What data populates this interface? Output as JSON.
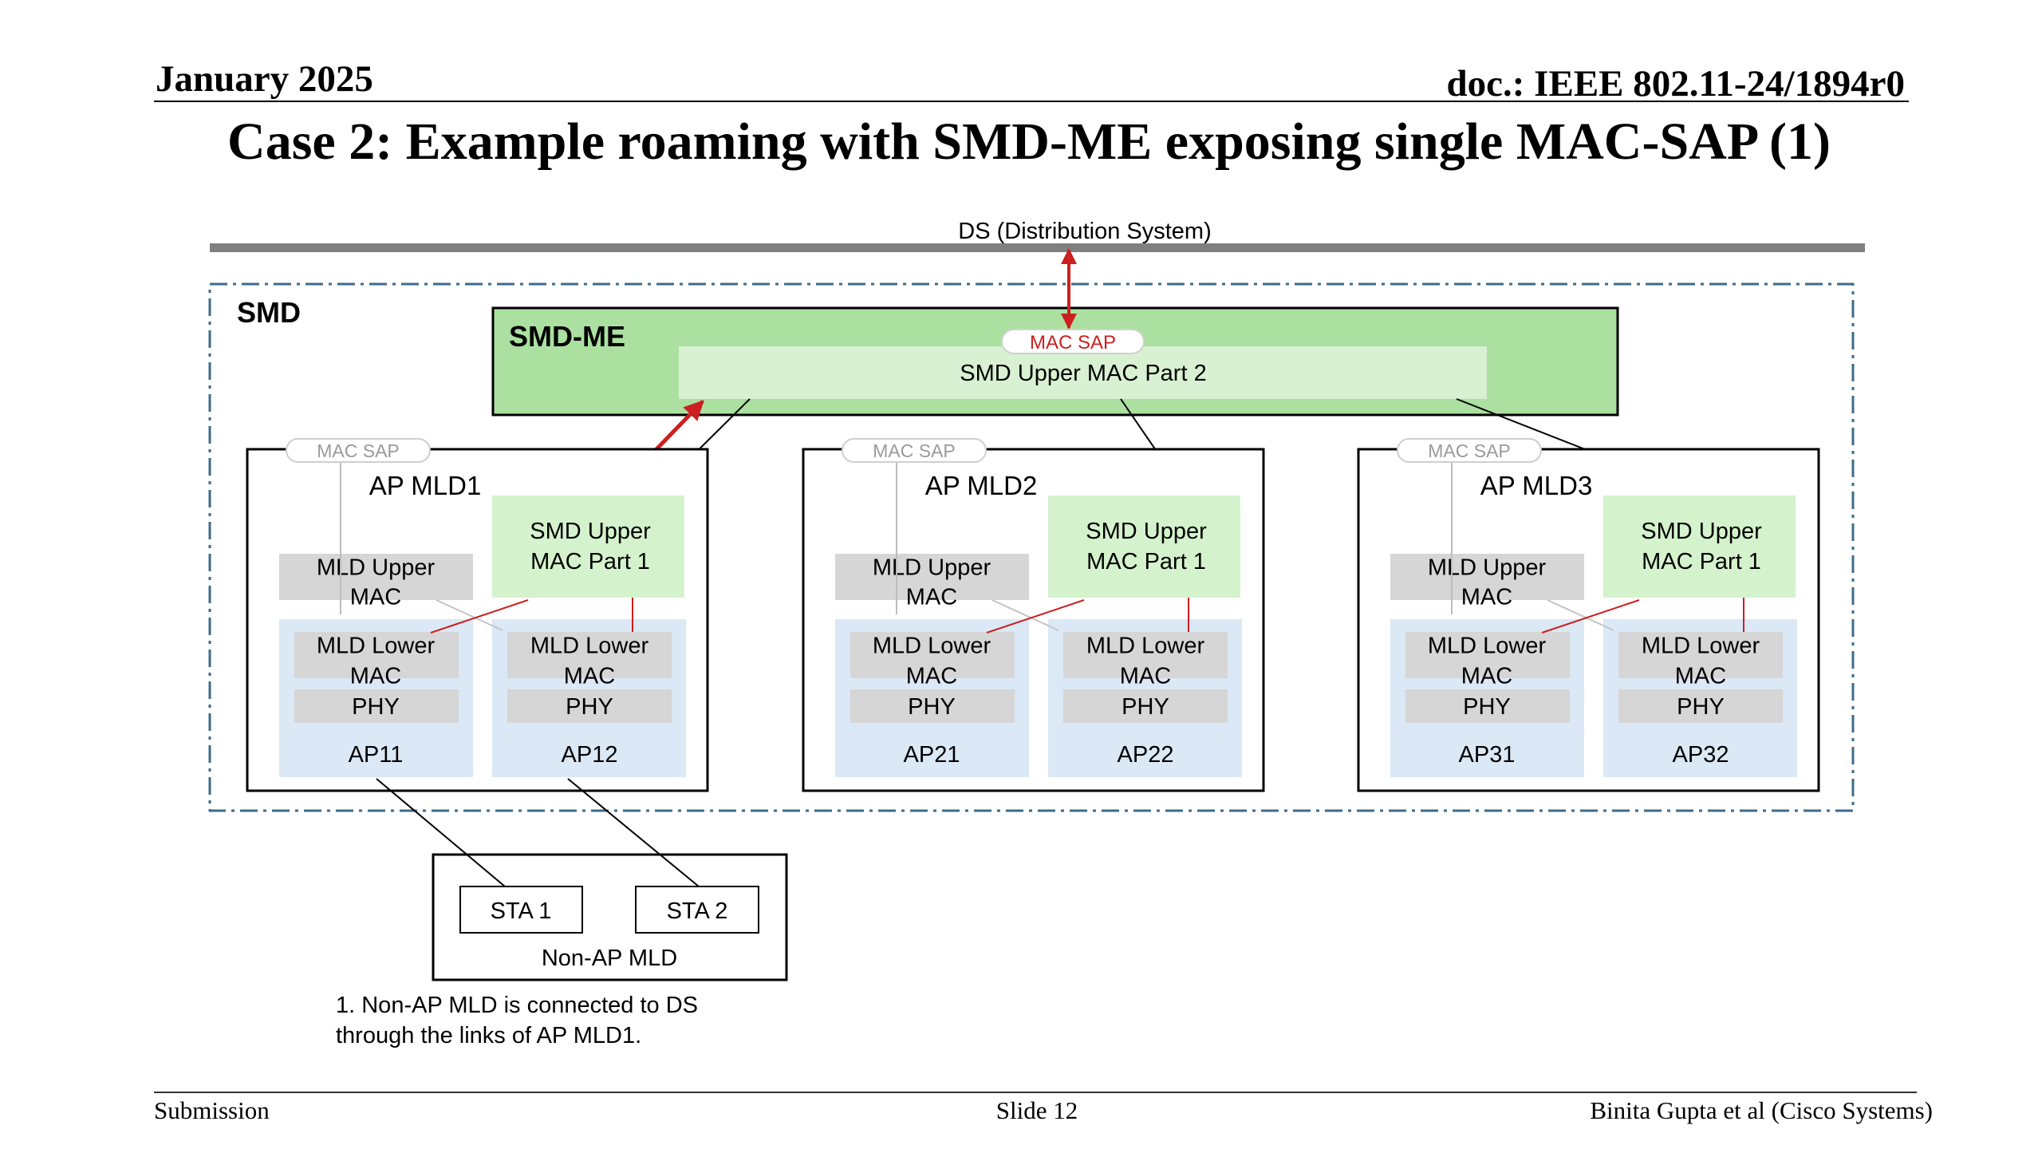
{
  "header": {
    "date": "January 2025",
    "doc_id": "doc.: IEEE 802.11-24/1894r0"
  },
  "title": "Case 2: Example roaming with SMD-ME exposing single MAC-SAP (1)",
  "diagram": {
    "ds_label": "DS (Distribution System)",
    "smd_label": "SMD",
    "smd_me": {
      "label": "SMD-ME",
      "mac_sap": "MAC SAP",
      "upper_mac_part2": "SMD Upper MAC Part 2"
    },
    "ap_mlds": [
      {
        "name": "AP MLD1",
        "mac_sap": "MAC SAP",
        "mld_upper_mac": [
          "MLD  Upper",
          "MAC"
        ],
        "smd_upper_part1": [
          "SMD Upper",
          "MAC Part 1"
        ],
        "aps": [
          {
            "name": "AP11",
            "lower_mac": [
              "MLD Lower",
              "MAC"
            ],
            "phy": "PHY"
          },
          {
            "name": "AP12",
            "lower_mac": [
              "MLD Lower",
              "MAC"
            ],
            "phy": "PHY"
          }
        ]
      },
      {
        "name": "AP MLD2",
        "mac_sap": "MAC SAP",
        "mld_upper_mac": [
          "MLD  Upper",
          "MAC"
        ],
        "smd_upper_part1": [
          "SMD Upper",
          "MAC Part 1"
        ],
        "aps": [
          {
            "name": "AP21",
            "lower_mac": [
              "MLD Lower",
              "MAC"
            ],
            "phy": "PHY"
          },
          {
            "name": "AP22",
            "lower_mac": [
              "MLD Lower",
              "MAC"
            ],
            "phy": "PHY"
          }
        ]
      },
      {
        "name": "AP MLD3",
        "mac_sap": "MAC SAP",
        "mld_upper_mac": [
          "MLD  Upper",
          "MAC"
        ],
        "smd_upper_part1": [
          "SMD Upper",
          "MAC Part 1"
        ],
        "aps": [
          {
            "name": "AP31",
            "lower_mac": [
              "MLD Lower",
              "MAC"
            ],
            "phy": "PHY"
          },
          {
            "name": "AP32",
            "lower_mac": [
              "MLD Lower",
              "MAC"
            ],
            "phy": "PHY"
          }
        ]
      }
    ],
    "non_ap_mld": {
      "label": "Non-AP MLD",
      "stas": [
        "STA 1",
        "STA 2"
      ]
    },
    "note": [
      "1. Non-AP MLD is connected to DS",
      "through the links of AP MLD1."
    ],
    "colors": {
      "smd_me_fill": "#abe0a0",
      "upper_part2_fill": "#d8f1d2",
      "upper_part1_fill": "#d4f3cc",
      "ap_fill": "#dbe8f5",
      "layer_fill": "#d6d6d6",
      "red_accent": "#cc1f1f",
      "ds_bar": "#7f7f7f"
    }
  },
  "footer": {
    "left": "Submission",
    "center": "Slide 12",
    "right": "Binita Gupta et al (Cisco Systems)"
  }
}
